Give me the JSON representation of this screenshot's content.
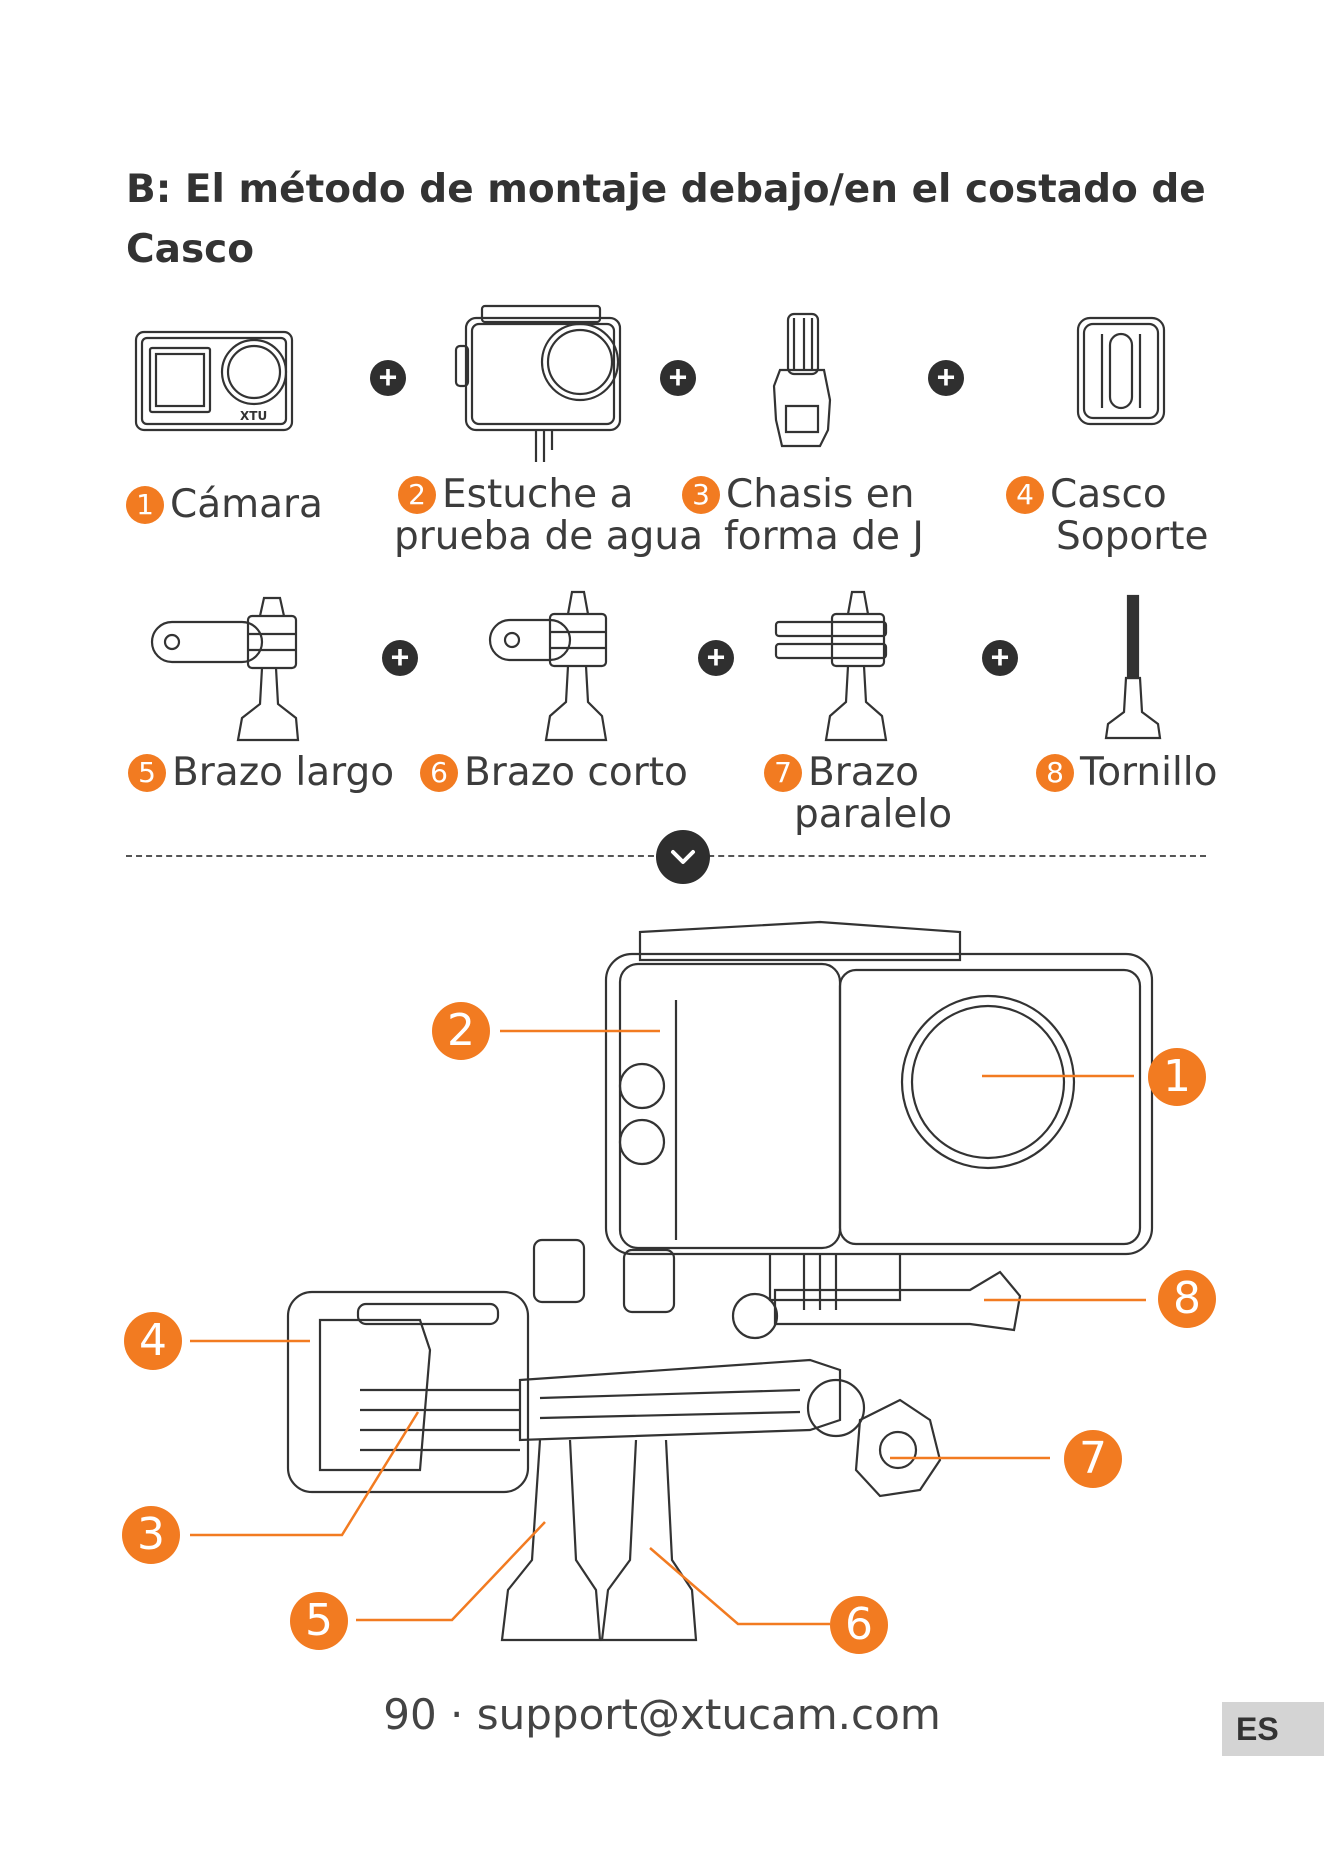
{
  "heading": "B: El método de montaje debajo/en el costado de Casco",
  "parts": [
    {
      "num": "1",
      "line1": "Cámara",
      "line2": ""
    },
    {
      "num": "2",
      "line1": "Estuche a",
      "line2": "prueba de agua"
    },
    {
      "num": "3",
      "line1": "Chasis en",
      "line2": "forma de J"
    },
    {
      "num": "4",
      "line1": "Casco",
      "line2": "Soporte"
    },
    {
      "num": "5",
      "line1": "Brazo largo",
      "line2": ""
    },
    {
      "num": "6",
      "line1": "Brazo corto",
      "line2": ""
    },
    {
      "num": "7",
      "line1": "Brazo",
      "line2": "paralelo"
    },
    {
      "num": "8",
      "line1": "Tornillo",
      "line2": ""
    }
  ],
  "plus_symbol": "+",
  "camera_brand": "XTU",
  "callouts": [
    "1",
    "2",
    "3",
    "4",
    "5",
    "6",
    "7",
    "8"
  ],
  "footer": "90 · support@xtucam.com",
  "lang_tab": "ES",
  "colors": {
    "accent": "#f27b21",
    "dark": "#2f2f2f",
    "tab": "#d4d4d4"
  }
}
